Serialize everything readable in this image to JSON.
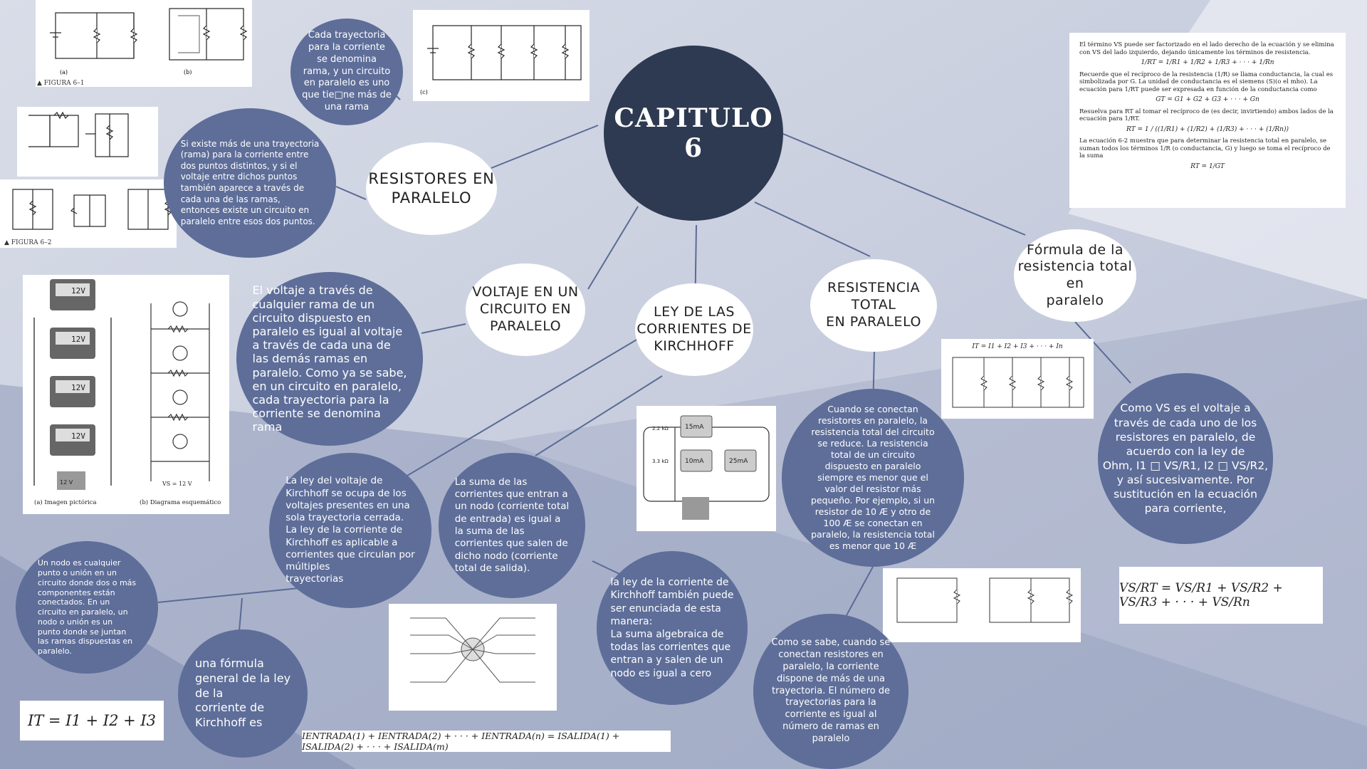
{
  "title": "CAPITULO 6",
  "topics": {
    "resistores": "RESISTORES EN\nPARALELO",
    "voltaje": "VOLTAJE EN UN\nCIRCUITO EN\nPARALELO",
    "ley": "LEY DE LAS\nCORRIENTES DE\nKIRCHHOFF",
    "resistencia": "RESISTENCIA TOTAL\nEN PARALELO",
    "formula": "Fórmula de la\nresistencia total en\nparalelo"
  },
  "texts": {
    "trayectoria": "Cada trayectoria\npara la corriente\nse denomina\nrama, y un circuito\nen paralelo es uno\nque tie□ne más de\nuna rama",
    "si_existe": "Si existe más de una trayectoria\n(rama) para la corriente entre\ndos puntos distintos, y si el\nvoltaje entre dichos puntos\ntambién aparece a través de\ncada una de las ramas,\nentonces existe un circuito en\nparalelo entre esos dos puntos.",
    "voltaje": "El voltaje a través de\ncualquier rama de un\ncircuito dispuesto en\nparalelo es igual al voltaje\na través de cada una de\nlas demás ramas en\nparalelo. Como ya se sabe,\nen un circuito en paralelo,\ncada trayectoria para la\ncorriente se denomina\nrama",
    "ley_voltaje": "La ley del voltaje de\nKirchhoff se ocupa de los\nvoltajes presentes en una\nsola trayectoria cerrada.\nLa ley de la corriente de\nKirchhoff es aplicable a\ncorrientes que circulan por\nmúltiples\ntrayectorias",
    "suma": "La suma de las\ncorrientes que entran a\nun nodo (corriente total\nde entrada) es igual a\nla suma de las\ncorrientes que salen de\ndicho nodo (corriente\ntotal de salida).",
    "nodo": "Un nodo es cualquier\npunto o unión en un\ncircuito donde dos o más\ncomponentes están\nconectados. En un\ncircuito en paralelo, un\nnodo o unión es un\npunto donde se juntan\nlas ramas dispuestas en\nparalelo.",
    "formula_general": "una fórmula\ngeneral de la ley\nde la\ncorriente de\nKirchhoff es",
    "ley_corriente": "la ley de la corriente de\nKirchhoff también puede\nser enunciada de esta\nmanera:\nLa suma algebraica de\ntodas las corrientes que\nentran a y salen de un\nnodo es igual a cero",
    "cuando": "Cuando se conectan\nresistores en paralelo, la\nresistencia total del circuito\nse reduce. La resistencia\ntotal de un circuito\ndispuesto en paralelo\nsiempre es menor que el\nvalor del resistor más\npequeño. Por ejemplo, si un\nresistor de 10 Æ y otro de\n100 Æ se conectan en\nparalelo, la resistencia total\nes menor que 10 Æ",
    "como_sabe": "Como se sabe, cuando se\nconectan resistores en\nparalelo, la corriente\ndispone de más de una\ntrayectoria. El número de\ntrayectorias para la\ncorriente es igual al\nnúmero de ramas en\nparalelo",
    "como_vs": "Como VS es el voltaje a\ntravés de cada uno de los\nresistores en paralelo, de\nacuerdo con la ley de\nOhm, I1 □ VS/R1, I2 □ VS/R2,\ny así sucesivamente. Por\nsustitución en la ecuación\npara corriente,"
  },
  "figures": {
    "fig1_caption": "▲ FIGURA 6–1",
    "fig2_caption": "▲ FIGURA 6–2",
    "fig1_a": "(a)",
    "fig1_b": "(b)",
    "fig_c": "(c)",
    "pict_a": "(a) Imagen pictórica",
    "pict_b": "(b) Diagrama esquemático",
    "meter": "12V",
    "battery": "12 V",
    "vs_label": "VS = 12 V",
    "meter_15": "15mA",
    "meter_10": "10mA",
    "meter_25": "25mA",
    "r_22": "2.2 kΩ",
    "r_33": "3.3 kΩ"
  },
  "formulas": {
    "it_sum": "IT = I1 + I2 + I3",
    "kirchhoff_general": "IENTRADA(1) + IENTRADA(2) + · · · + IENTRADA(n) = ISALIDA(1) + ISALIDA(2) + · · · + ISALIDA(m)",
    "it_chain": "IT = I1 + I2 + I3 + · · · + In",
    "vs_rt": "VS/RT = VS/R1 + VS/R2 + VS/R3 + · · · + VS/Rn"
  },
  "book_page": {
    "p1": "El término VS puede ser factorizado en el lado derecho de la ecuación y se elimina con VS del lado izquierdo, dejando únicamente los términos de resistencia.",
    "eq1": "1/RT = 1/R1 + 1/R2 + 1/R3 + · · · + 1/Rn",
    "p2": "Recuerde que el recíproco de la resistencia (1/R) se llama conductancia, la cual es simbolizada por G. La unidad de conductancia es el siemens (S)(o el mho). La ecuación para 1/RT puede ser expresada en función de la conductancia como",
    "eq2": "GT = G1 + G2 + G3 + · · · + Gn",
    "p3": "Resuelva para RT al tomar el recíproco de (es decir, invirtiendo) ambos lados de la ecuación para 1/RT.",
    "eq3": "RT = 1 / ((1/R1) + (1/R2) + (1/R3) + · · · + (1/Rn))",
    "p4": "La ecuación 6-2 muestra que para determinar la resistencia total en paralelo, se suman todos los términos 1/R (o conductancia, G) y luego se toma el recíproco de la suma",
    "eq4": "RT = 1/GT"
  },
  "colors": {
    "dark": "#2e3a52",
    "blue": "#5e6e99",
    "white": "#ffffff",
    "line": "#5a6b95"
  }
}
